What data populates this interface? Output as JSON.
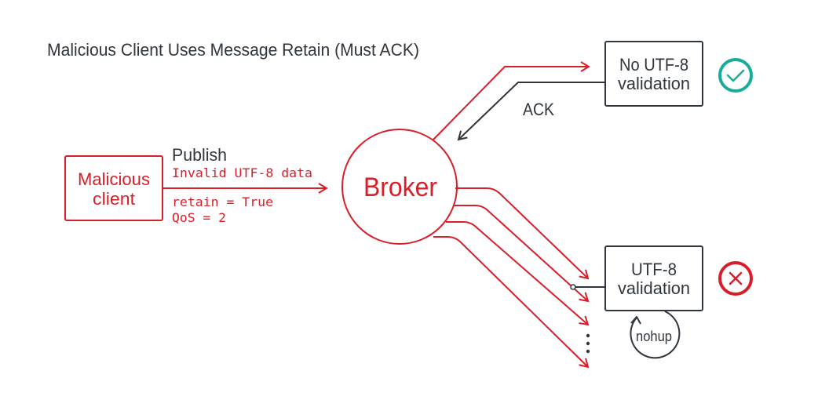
{
  "title": "Malicious Client Uses Message Retain (Must ACK)",
  "colors": {
    "red": "#d71f2a",
    "dark": "#2f363d",
    "teal": "#1aac9b"
  },
  "client": {
    "label_line1": "Malicious",
    "label_line2": "client"
  },
  "publish": {
    "heading": "Publish",
    "payload": "Invalid UTF-8 data",
    "retain": "retain = True",
    "qos": "QoS = 2"
  },
  "broker": {
    "label": "Broker"
  },
  "ack_label": "ACK",
  "subscriber_ok": {
    "line1": "No UTF-8",
    "line2": "validation",
    "status_icon": "check-circle-icon"
  },
  "subscriber_fail": {
    "line1": "UTF-8",
    "line2": "validation",
    "status_icon": "x-circle-icon",
    "restart_label": "nohup"
  }
}
